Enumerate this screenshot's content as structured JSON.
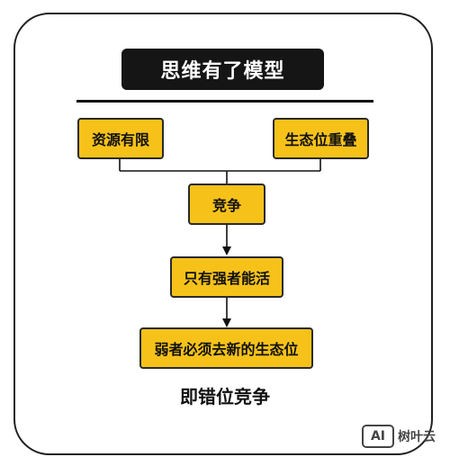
{
  "diagram": {
    "title": "思维有了模型",
    "nodes": {
      "resource_limited": "资源有限",
      "niche_overlap": "生态位重叠",
      "competition": "竞争",
      "strong_survive": "只有强者能活",
      "weak_find_niche": "弱者必须去新的生态位"
    },
    "caption": "即错位竞争"
  },
  "watermark": {
    "logo": "AI",
    "text": "树叶云"
  },
  "colors": {
    "node_fill": "#f6c21a",
    "title_bg": "#151515",
    "line": "#111111"
  }
}
